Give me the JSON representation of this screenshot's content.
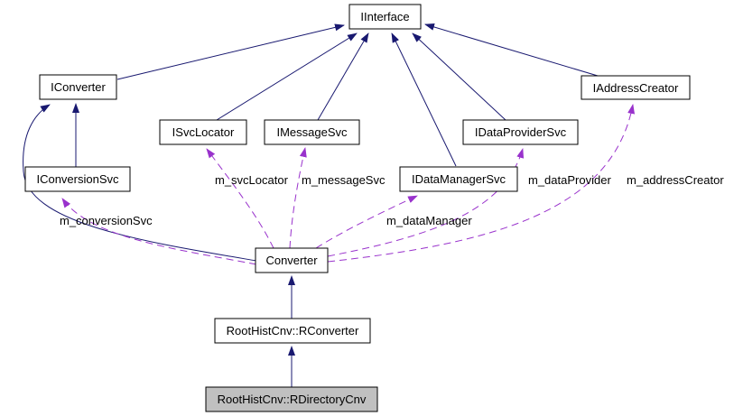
{
  "diagram_type": "class collaboration graph",
  "colors": {
    "background": "#ffffff",
    "inheritance_edge": "#191970",
    "usage_edge": "#9932cc",
    "node_fill": "#ffffff",
    "node_border": "#000000",
    "selected_node_fill": "#c0c0c0",
    "text": "#000000"
  },
  "nodes": {
    "iinterface": {
      "label": "IInterface"
    },
    "iconverter": {
      "label": "IConverter"
    },
    "iaddresscreator": {
      "label": "IAddressCreator"
    },
    "isvclocator": {
      "label": "ISvcLocator"
    },
    "imessagesvc": {
      "label": "IMessageSvc"
    },
    "idataprovidersvc": {
      "label": "IDataProviderSvc"
    },
    "iconversionsvc": {
      "label": "IConversionSvc"
    },
    "idatamanagersvc": {
      "label": "IDataManagerSvc"
    },
    "converter": {
      "label": "Converter"
    },
    "rconverter": {
      "label": "RootHistCnv::RConverter"
    },
    "rdirectorycnv": {
      "label": "RootHistCnv::RDirectoryCnv"
    }
  },
  "edge_labels": {
    "conversion_svc": "m_conversionSvc",
    "svc_locator": "m_svcLocator",
    "message_svc": "m_messageSvc",
    "data_manager": "m_dataManager",
    "data_provider": "m_dataProvider",
    "address_creator": "m_addressCreator"
  }
}
